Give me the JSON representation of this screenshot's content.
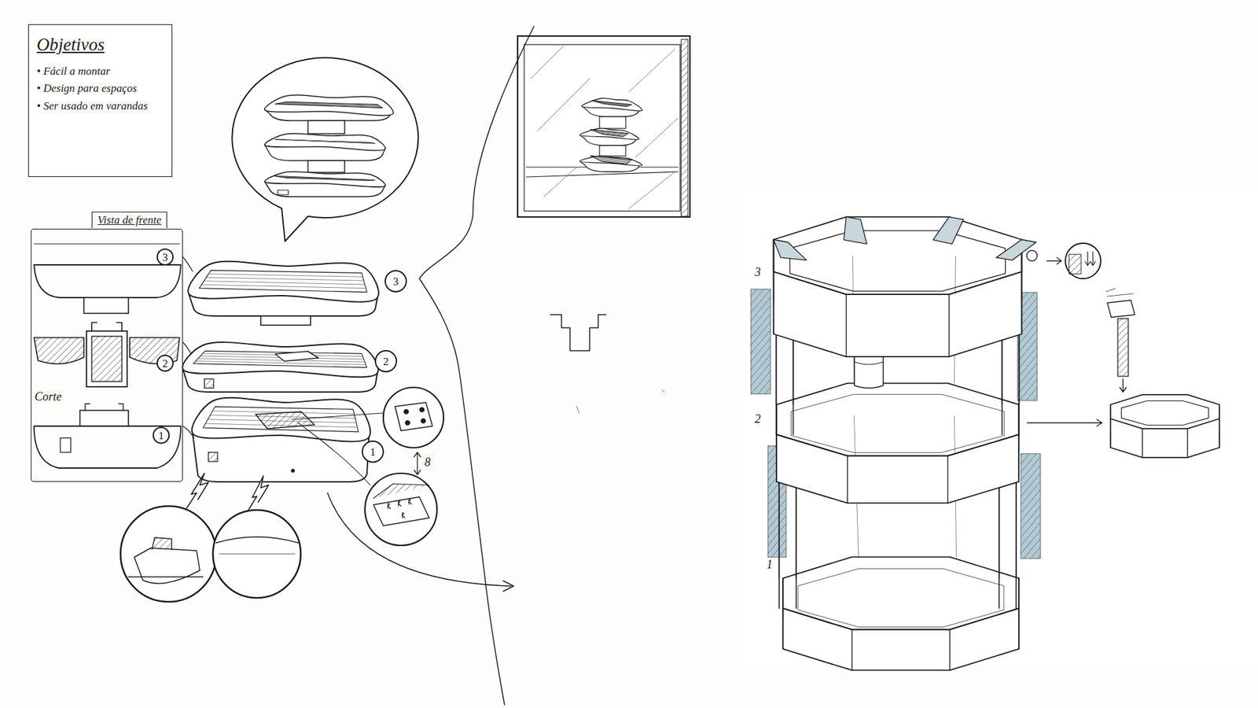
{
  "diagram": {
    "nodes": [
      {
        "text": [
          "Objetivos",
          "• Fácil a montar",
          "• Design para espaços",
          "• Ser usado em varandas"
        ]
      },
      {
        "text": [
          "Vista de frente"
        ]
      },
      {
        "text": [
          "3"
        ],
        "in": 1
      },
      {
        "text": [
          "2"
        ],
        "in": 1
      },
      {
        "text": [
          "1"
        ],
        "in": 1
      },
      {
        "text": [
          "3"
        ]
      },
      {
        "text": [
          "2"
        ]
      },
      {
        "text": [
          "1"
        ]
      }
    ],
    "labels": [
      "Corte",
      "8",
      "3",
      "2",
      "1"
    ]
  }
}
